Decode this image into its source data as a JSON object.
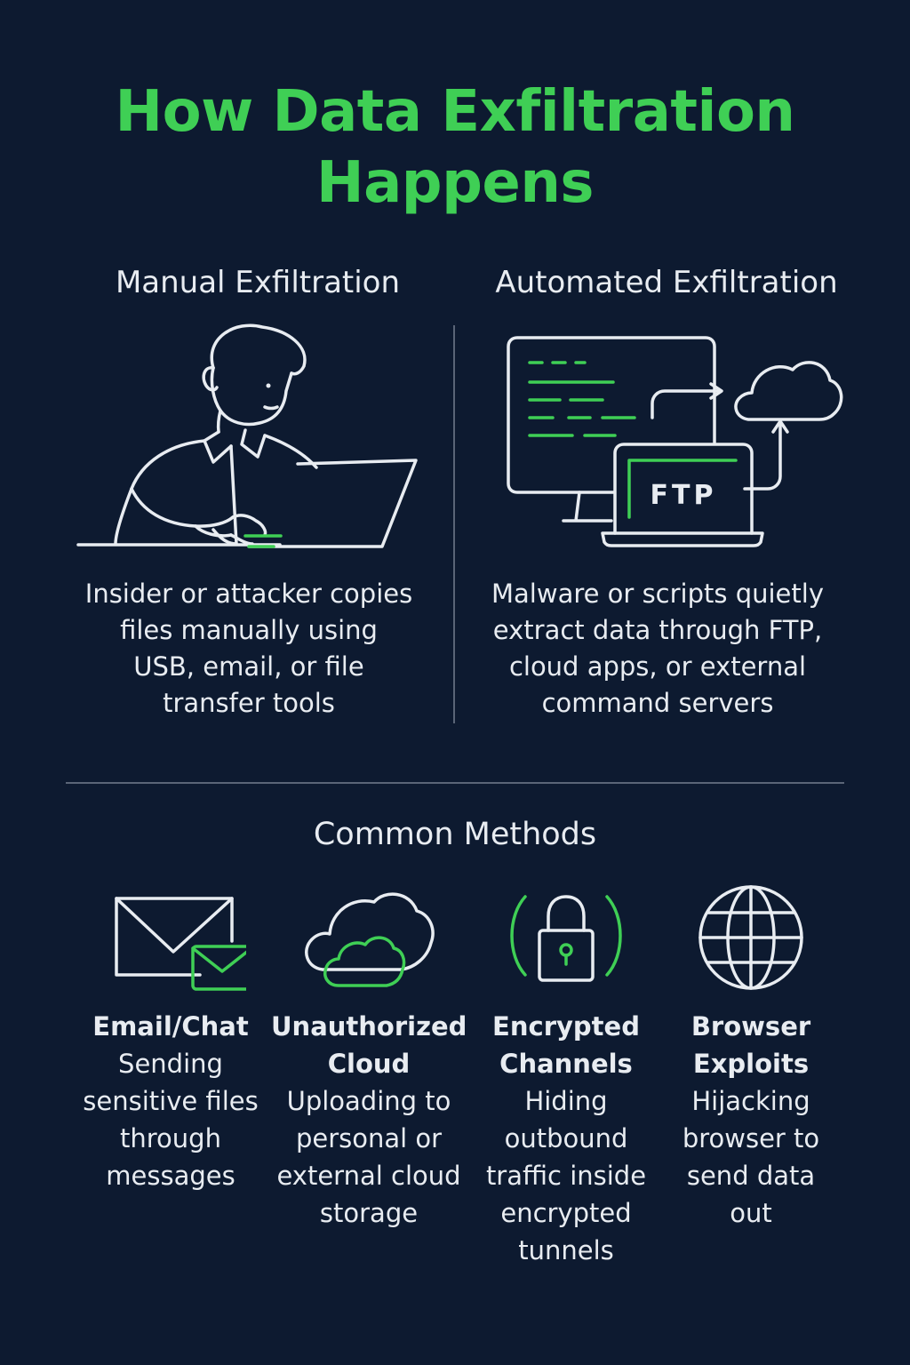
{
  "title": {
    "line1": "How Data Exfiltration",
    "line2": "Happens"
  },
  "manual": {
    "heading": "Manual Exfiltration",
    "desc_lines": [
      "Insider or attacker copies",
      "files manually using",
      "USB, email, or file",
      "transfer tools"
    ]
  },
  "automated": {
    "heading": "Automated Exfiltration",
    "ftp_label": "FTP",
    "desc_lines": [
      "Malware or scripts quietly",
      "extract data through FTP,",
      "cloud apps, or external",
      "command servers"
    ]
  },
  "methods_heading": "Common Methods",
  "methods": [
    {
      "icon": "envelope-icon",
      "title_lines": [
        "Email/Chat"
      ],
      "desc_lines": [
        "Sending",
        "sensitive files",
        "through",
        "messages"
      ]
    },
    {
      "icon": "cloud-icon",
      "title_lines": [
        "Unauthorized",
        "Cloud"
      ],
      "desc_lines": [
        "Uploading to",
        "personal or",
        "external cloud",
        "storage"
      ]
    },
    {
      "icon": "padlock-icon",
      "title_lines": [
        "Encrypted",
        "Channels"
      ],
      "desc_lines": [
        "Hiding",
        "outbound",
        "traffic inside",
        "encrypted",
        "tunnels"
      ]
    },
    {
      "icon": "globe-icon",
      "title_lines": [
        "Browser",
        "Exploits"
      ],
      "desc_lines": [
        "Hijacking",
        "browser to",
        "send data",
        "out"
      ]
    }
  ],
  "colors": {
    "background": "#0d1a30",
    "accent": "#3fcf55",
    "text": "#e8ecf1",
    "divider": "#5a6577"
  }
}
